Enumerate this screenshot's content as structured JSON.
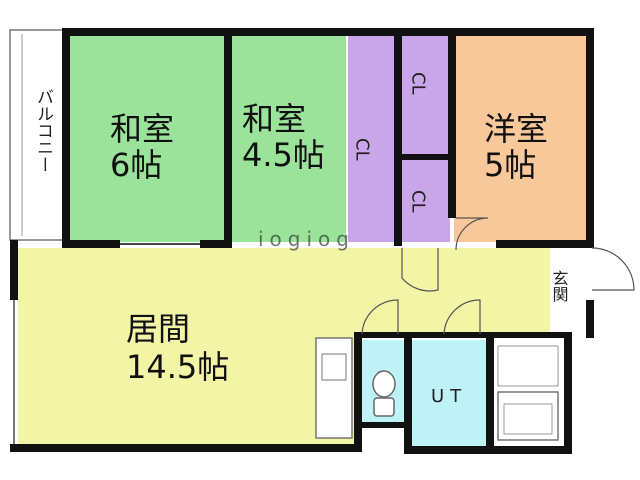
{
  "rooms": {
    "washitsu1": {
      "name": "和室",
      "size": "6帖"
    },
    "washitsu2": {
      "name": "和室",
      "size": "4.5帖"
    },
    "youshitsu": {
      "name": "洋室",
      "size": "5帖"
    },
    "living": {
      "name": "居間",
      "size": "14.5帖"
    }
  },
  "closets": {
    "cl_main": "CL",
    "cl_top": "CL",
    "cl_bottom": "CL"
  },
  "balcony": "バルコニー",
  "entrance": "玄関",
  "utility": "UT",
  "watermark": "iogiog",
  "colors": {
    "tatami": "#9be39b",
    "closet": "#c9a6ea",
    "youshitsu": "#f8c89a",
    "living": "#f2f4a6",
    "wet": "#bff2f6",
    "wall": "#111111"
  }
}
